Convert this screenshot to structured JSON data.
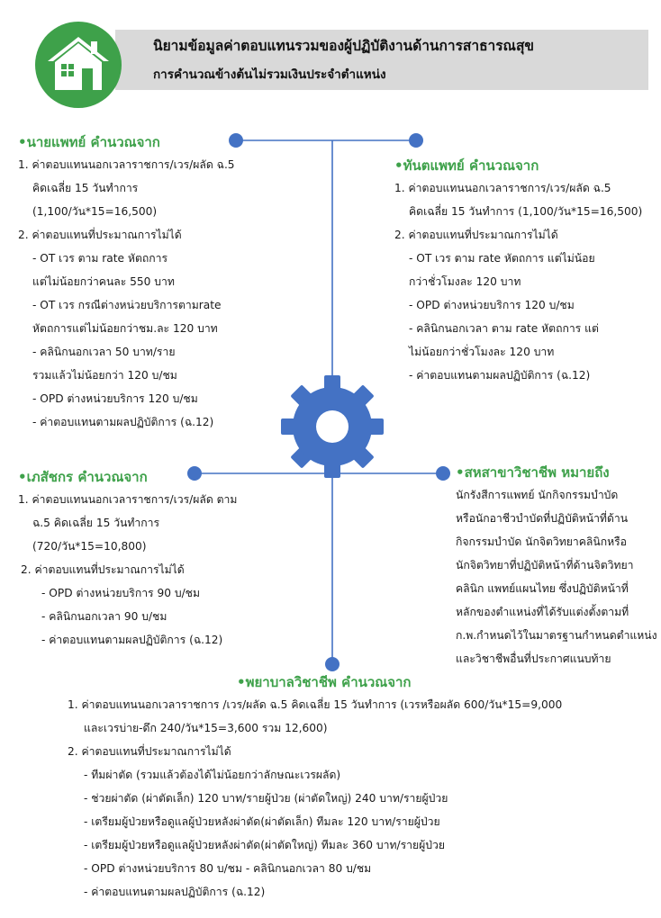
{
  "header": {
    "title": "นิยามข้อมูลค่าตอบแทนรวมของผู้ปฏิบัติงานด้านการสาธารณสุข",
    "subtitle": "การคำนวณข้างต้นไม่รวมเงินประจำตำแหน่ง",
    "icon": "house-icon"
  },
  "doctor": {
    "bullet": "•",
    "title": "นายแพทย์",
    "suffix": "คำนวณจาก",
    "l1": "1. ค่าตอบแทนนอกเวลาราชการ/เวร/ผลัด ฉ.5",
    "l2": "คิดเฉลี่ย 15 วันทำการ",
    "l3": "(1,100/วัน*15=16,500)",
    "l4": "2. ค่าตอบแทนที่ประมาณการไม่ได้",
    "l5": "- OT เวร ตาม rate หัตถการ",
    "l6": "แต่ไม่น้อยกว่าคนละ 550 บาท",
    "l7": "- OT เวร กรณีต่างหน่วยบริการตามrate",
    "l8": "หัตถการแต่ไม่น้อยกว่าชม.ละ 120 บาท",
    "l9": "- คลินิกนอกเวลา 50 บาท/ราย",
    "l10": "รวมแล้วไม่น้อยกว่า 120 บ/ชม",
    "l11": "- OPD ต่างหน่วยบริการ 120 บ/ชม",
    "l12": "- ค่าตอบแทนตามผลปฏิบัติการ (ฉ.12)"
  },
  "dentist": {
    "bullet": "•",
    "title": "ทันตแพทย์",
    "suffix": "คำนวณจาก",
    "l1": "1. ค่าตอบแทนนอกเวลาราชการ/เวร/ผลัด ฉ.5",
    "l2": "คิดเฉลี่ย 15 วันทำการ (1,100/วัน*15=16,500)",
    "l3": "2. ค่าตอบแทนที่ประมาณการไม่ได้",
    "l4": "- OT เวร ตาม rate หัตถการ แต่ไม่น้อย",
    "l5": "กว่าชั่วโมงละ 120 บาท",
    "l6": "- OPD ต่างหน่วยบริการ 120 บ/ชม",
    "l7": "- คลินิกนอกเวลา ตาม rate หัตถการ   แต่",
    "l8": "ไม่น้อยกว่าชั่วโมงละ 120 บาท",
    "l9": "- ค่าตอบแทนตามผลปฏิบัติการ (ฉ.12)"
  },
  "pharmacist": {
    "bullet": "•",
    "title": "เภสัชกร",
    "suffix": "คำนวณจาก",
    "l1": "1. ค่าตอบแทนนอกเวลาราชการ/เวร/ผลัด ตาม",
    "l2": "ฉ.5 คิดเฉลี่ย 15 วันทำการ",
    "l3": "(720/วัน*15=10,800)",
    "l4": "2. ค่าตอบแทนที่ประมาณการไม่ได้",
    "l5": "- OPD ต่างหน่วยบริการ 90 บ/ชม",
    "l6": "- คลินิกนอกเวลา 90 บ/ชม",
    "l7": "- ค่าตอบแทนตามผลปฏิบัติการ (ฉ.12)"
  },
  "allied": {
    "bullet": "•",
    "title": "สหสาขาวิชาชีพ",
    "suffix": "หมายถึง",
    "l1": "นักรังสีการแพทย์ นักกิจกรรมบำบัด",
    "l2": "หรือนักอาชีวบำบัดที่ปฏิบัติหน้าที่ด้าน",
    "l3": "กิจกรรมบำบัด นักจิตวิทยาคลินิกหรือ",
    "l4": "นักจิตวิทยาที่ปฏิบัติหน้าที่ด้านจิตวิทยา",
    "l5": "คลินิก แพทย์แผนไทย ซึ่งปฏิบัติหน้าที่",
    "l6": "หลักของตำแหน่งที่ได้รับแต่งตั้งตามที่",
    "l7": "ก.พ.กำหนดไว้ในมาตรฐานกำหนดตำแหน่ง",
    "l8": "และวิชาชีพอื่นที่ประกาศแนบท้าย"
  },
  "nurse": {
    "bullet": "•",
    "title": "พยาบาลวิชาชีพ",
    "suffix": "คำนวณจาก",
    "l1": "1.  ค่าตอบแทนนอกเวลาราชการ /เวร/ผลัด ฉ.5 คิดเฉลี่ย 15 วันทำการ (เวรหรือผลัด 600/วัน*15=9,000",
    "l2": "และเวรบ่าย-ดึก 240/วัน*15=3,600  รวม 12,600)",
    "l3": "2. ค่าตอบแทนที่ประมาณการไม่ได้",
    "l4": "- ทีมผ่าตัด (รวมแล้วต้องได้ไม่น้อยกว่าลักษณะเวรผลัด)",
    "l5": "- ช่วยผ่าตัด (ผ่าตัดเล็ก) 120 บาท/รายผู้ป่วย (ผ่าตัดใหญ่) 240 บาท/รายผู้ป่วย",
    "l6": "- เตรียมผู้ป่วยหรือดูแลผู้ป่วยหลังผ่าตัด(ผ่าตัดเล็ก) ทีมละ 120 บาท/รายผู้ป่วย",
    "l7": "- เตรียมผู้ป่วยหรือดูแลผู้ป่วยหลังผ่าตัด(ผ่าตัดใหญ่) ทีมละ 360 บาท/รายผู้ป่วย",
    "l8": "- OPD ต่างหน่วยบริการ 80 บ/ชม  - คลินิกนอกเวลา 80 บ/ชม",
    "l9": "- ค่าตอบแทนตามผลปฏิบัติการ (ฉ.12)"
  },
  "colors": {
    "green": "#3ea14a",
    "blue": "#4472c4",
    "grey_band": "#d9d9d9"
  },
  "diagram_icon": "gear-icon"
}
